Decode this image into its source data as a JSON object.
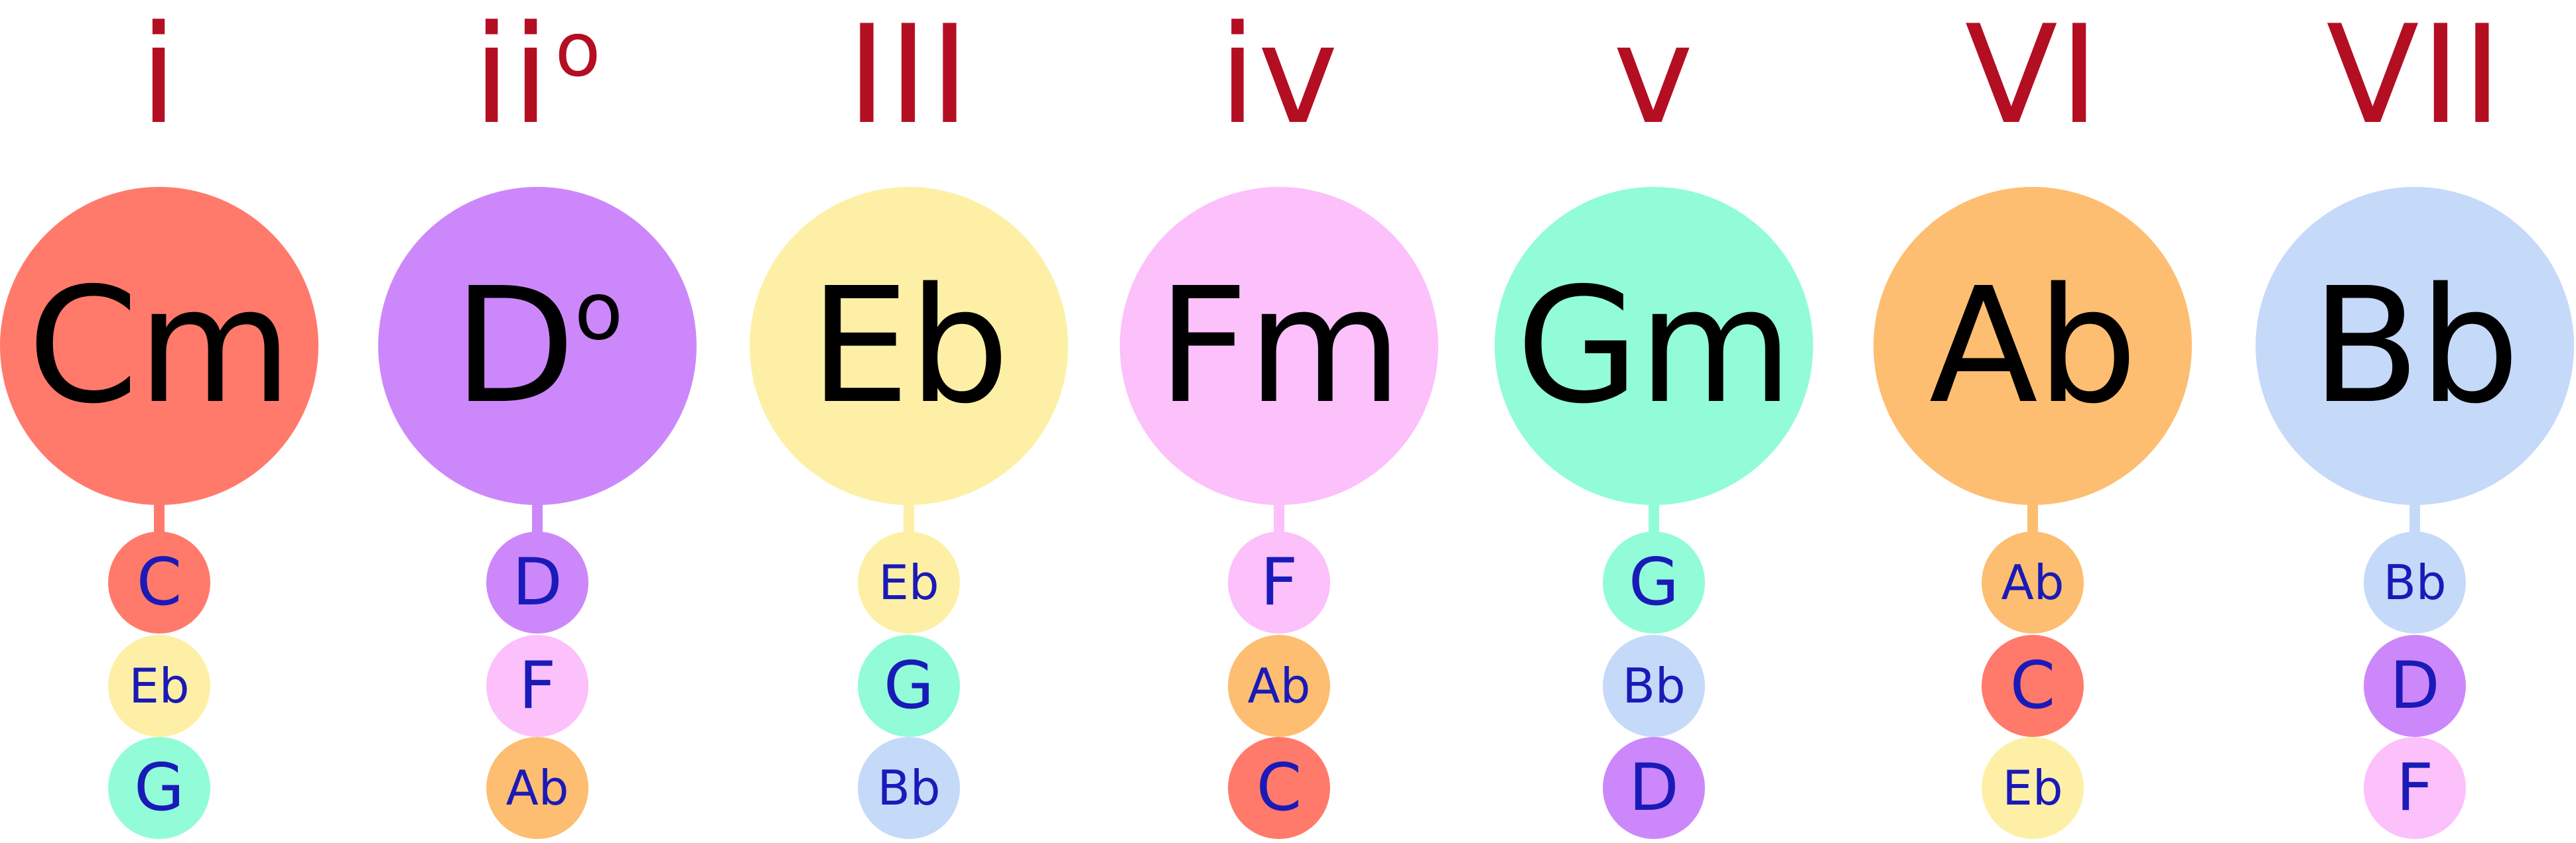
{
  "colors": {
    "numeral": "#b40e23",
    "chord_text": "#000000",
    "note_text": "#1a1ab8",
    "notes": {
      "C": "#ff7a6b",
      "D": "#cc88fa",
      "Eb": "#fdf0a6",
      "F": "#fcc0fb",
      "G": "#91fcd7",
      "Ab": "#fdbe71",
      "Bb": "#c5d9f9"
    }
  },
  "chords": [
    {
      "numeral": "i",
      "numeral_sup": "",
      "name": "Cm",
      "name_sup": "",
      "root": "C",
      "notes": [
        "C",
        "Eb",
        "G"
      ]
    },
    {
      "numeral": "ii",
      "numeral_sup": "o",
      "name": "D",
      "name_sup": "o",
      "root": "D",
      "notes": [
        "D",
        "F",
        "Ab"
      ]
    },
    {
      "numeral": "III",
      "numeral_sup": "",
      "name": "Eb",
      "name_sup": "",
      "root": "Eb",
      "notes": [
        "Eb",
        "G",
        "Bb"
      ]
    },
    {
      "numeral": "iv",
      "numeral_sup": "",
      "name": "Fm",
      "name_sup": "",
      "root": "F",
      "notes": [
        "F",
        "Ab",
        "C"
      ]
    },
    {
      "numeral": "v",
      "numeral_sup": "",
      "name": "Gm",
      "name_sup": "",
      "root": "G",
      "notes": [
        "G",
        "Bb",
        "D"
      ]
    },
    {
      "numeral": "VI",
      "numeral_sup": "",
      "name": "Ab",
      "name_sup": "",
      "root": "Ab",
      "notes": [
        "Ab",
        "C",
        "Eb"
      ]
    },
    {
      "numeral": "VII",
      "numeral_sup": "",
      "name": "Bb",
      "name_sup": "",
      "root": "Bb",
      "notes": [
        "Bb",
        "D",
        "F"
      ]
    }
  ]
}
